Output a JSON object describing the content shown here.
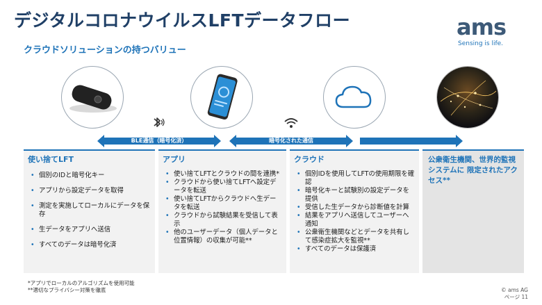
{
  "header": {
    "title": "デジタルコロナウイルスLFTデータフロー",
    "subtitle": "クラウドソリューションの持つバリュー"
  },
  "logo": {
    "mark": "ams",
    "tagline": "Sensing is life."
  },
  "icons": [
    "lft-device-icon",
    "smartphone-icon",
    "cloud-icon",
    "globe-network-icon",
    "bluetooth-icon",
    "wifi-icon"
  ],
  "arrows": {
    "ble": "BLE通信（暗号化済）",
    "encrypted": "暗号化された通信"
  },
  "columns": [
    {
      "heading": "使い捨てLFT",
      "items": [
        "個別のIDと暗号化キー",
        "アプリから設定データを取得",
        "測定を実施してローカルにデータを保存",
        "生データをアプリへ送信",
        "すべてのデータは暗号化済"
      ]
    },
    {
      "heading": "アプリ",
      "items": [
        "使い捨てLFTとクラウドの間を連携*",
        "クラウドから使い捨てLFTへ設定データを転送",
        "使い捨てLFTからクラウドへ生データを転送",
        "クラウドから試験結果を受信して表示",
        "他のユーザーデータ（個人データと位置情報）の収集が可能**"
      ]
    },
    {
      "heading": "クラウド",
      "items": [
        "個別IDを使用してLFTの使用期限を確認",
        "暗号化キーと試験別の設定データを提供",
        "受信した生データから診断値を計算",
        "結果をアプリへ送信してユーザーへ通知",
        "公衆衛生機関などとデータを共有して感染症拡大を監視**",
        "すべてのデータは保護済"
      ]
    }
  ],
  "access": "公衆衛生機関、世界的監視システムに 限定されたアクセス**",
  "footnotes": {
    "note1": "*アプリでローカルのアルゴリズムを使用可能",
    "note2": "**適切なプライバシー対策を徹底"
  },
  "copyright": {
    "company": "© ams AG",
    "page": "ページ 11"
  },
  "colors": {
    "accent": "#1e73b8",
    "title": "#1f3f66",
    "panel": "#f2f2f2"
  }
}
